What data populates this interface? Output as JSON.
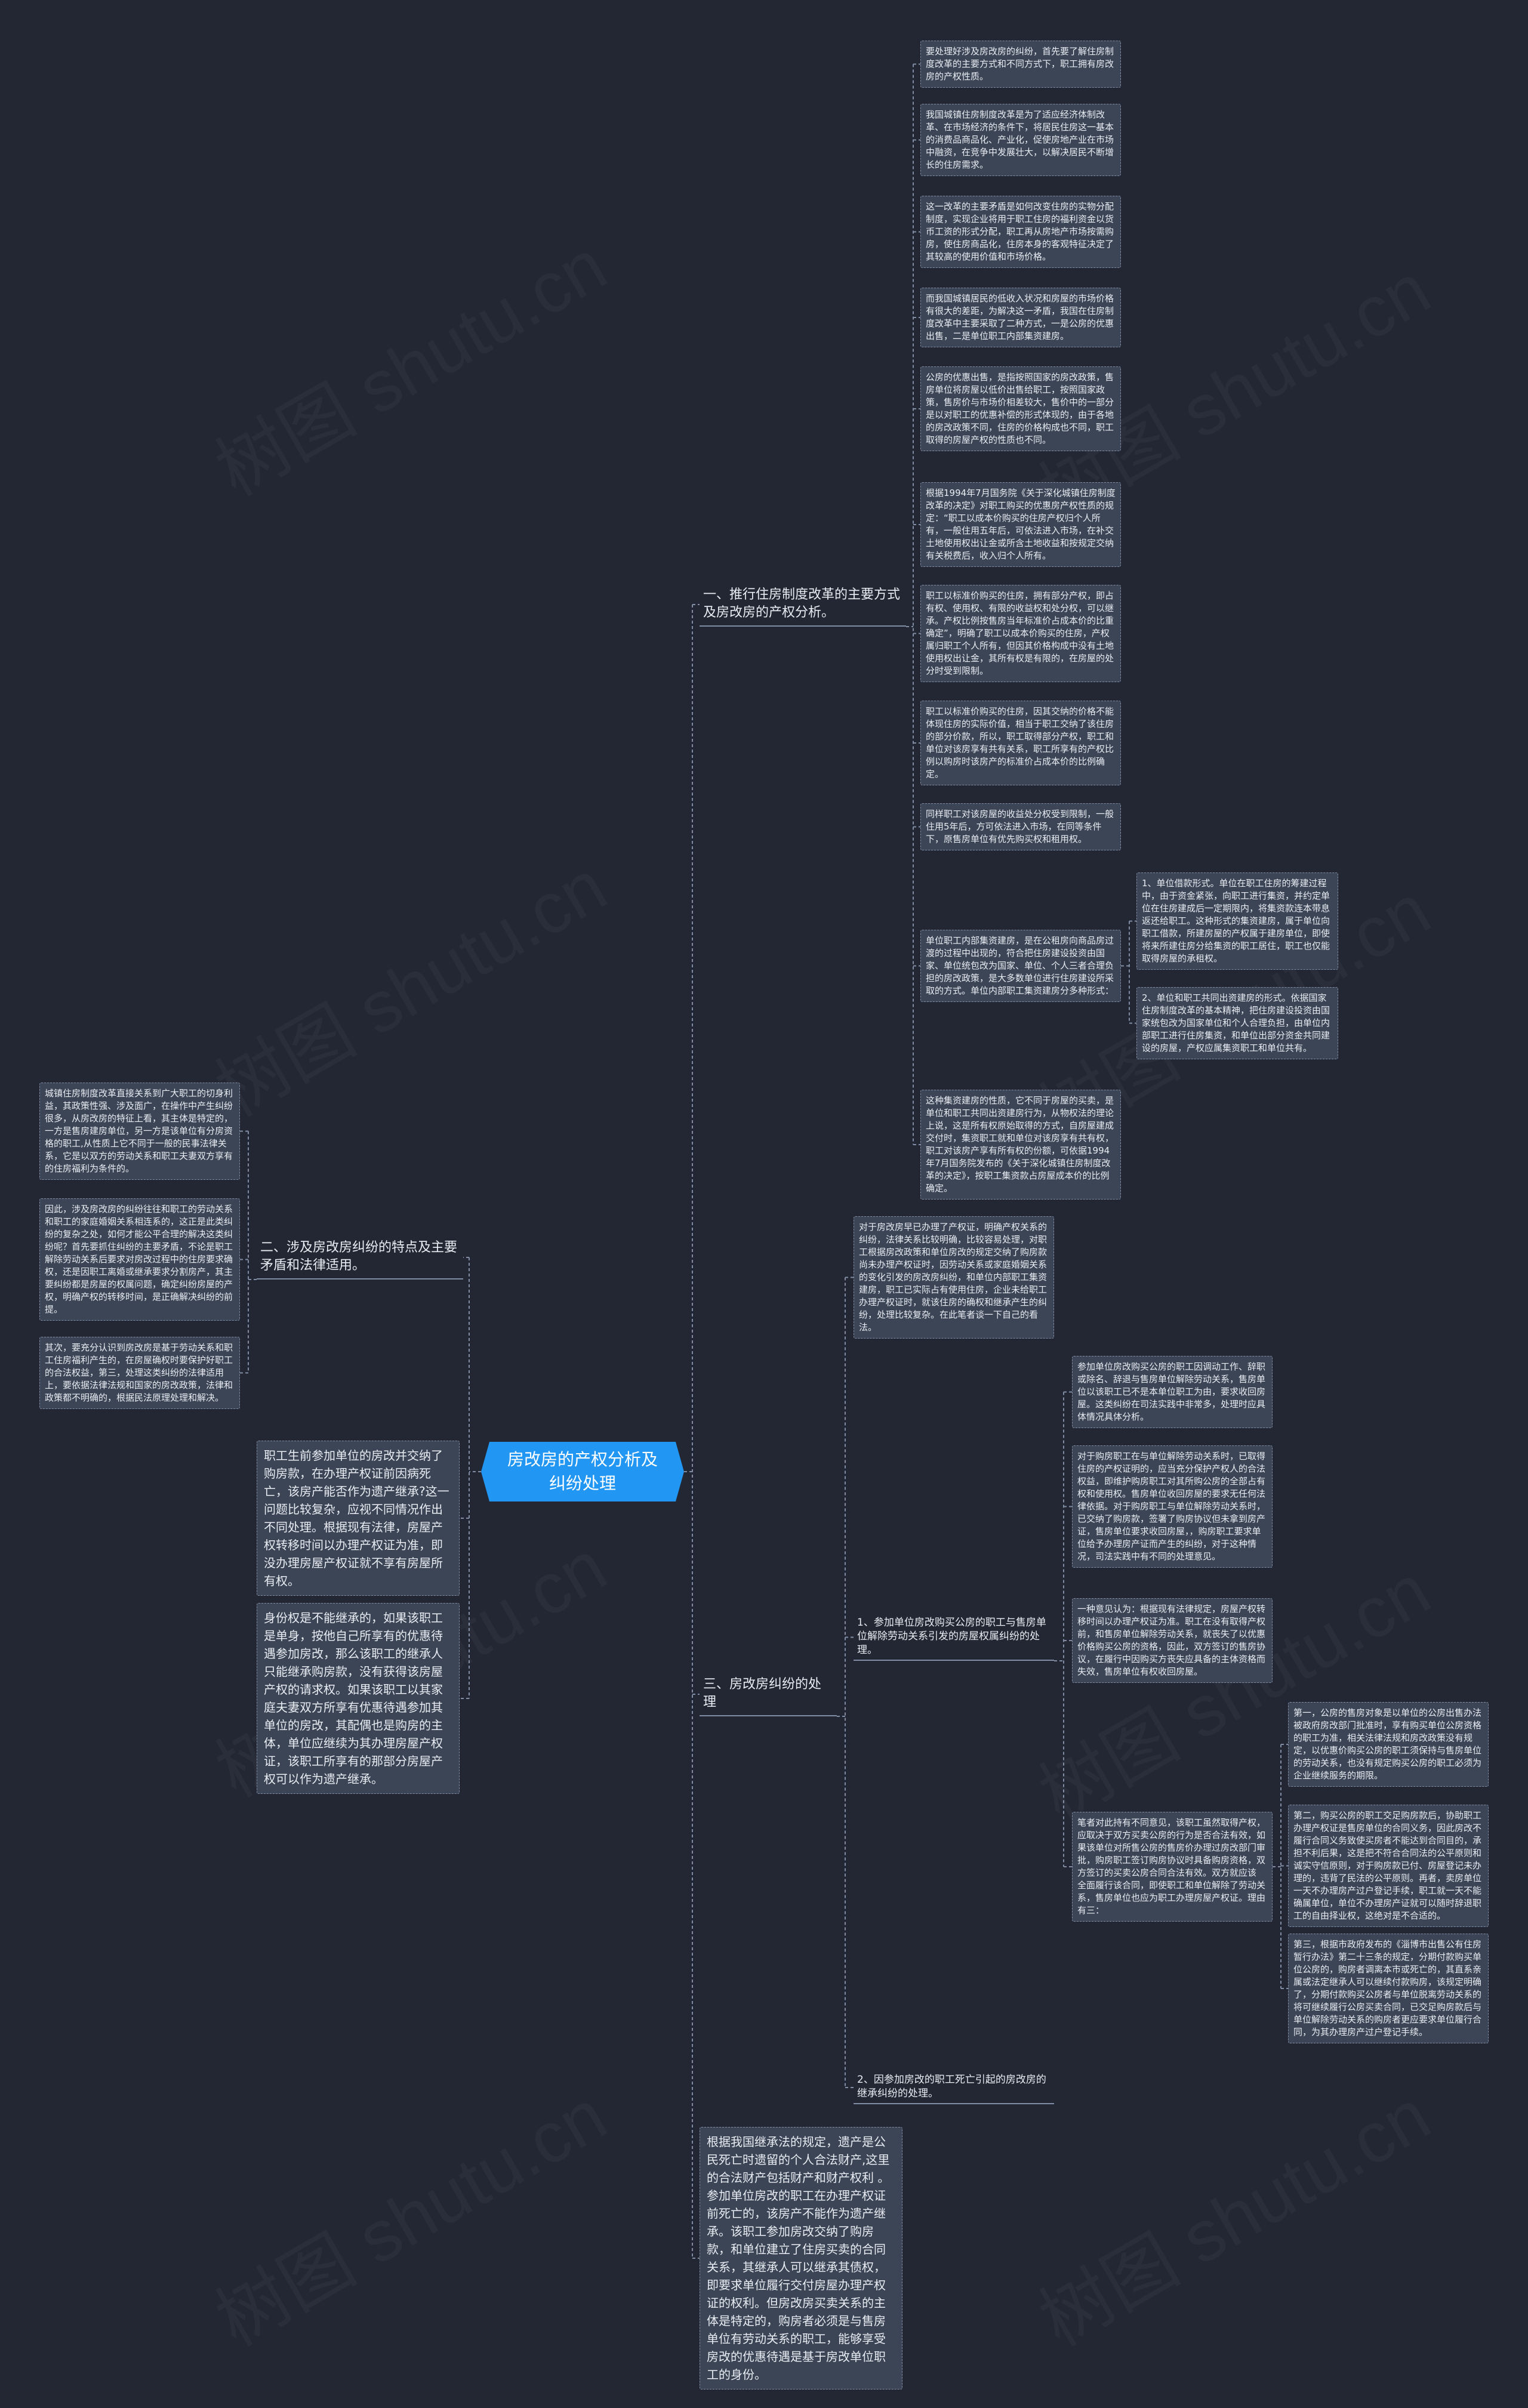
{
  "root": {
    "label": "房改房的产权分析及纠纷处理"
  },
  "branch1": {
    "label": "一、推行住房制度改革的主要方式及房改房的产权分析。",
    "items": [
      "要处理好涉及房改房的纠纷，首先要了解住房制度改革的主要方式和不同方式下，职工拥有房改房的产权性质。",
      "我国城镇住房制度改革是为了适应经济体制改革、在市场经济的条件下，将居民住房这一基本的消费品商品化、产业化，促使房地产业在市场中融资，在竞争中发展壮大，以解决居民不断增长的住房需求。",
      "这一改革的主要矛盾是如何改变住房的实物分配制度，实现企业将用于职工住房的福利资金以货币工资的形式分配，职工再从房地产市场按需购房，使住房商品化，住房本身的客观特征决定了其较高的使用价值和市场价格。",
      "而我国城镇居民的低收入状况和房屋的市场价格有很大的差距，为解决这一矛盾，我国在住房制度改革中主要采取了二种方式，一是公房的优惠出售，二是单位职工内部集资建房。",
      "公房的优惠出售，是指按照国家的房改政策，售房单位将房屋以低价出售给职工，按照国家政策，售房价与市场价相差较大，售价中的一部分是以对职工的优惠补偿的形式体现的，由于各地的房改政策不同，住房的价格构成也不同，职工取得的房屋产权的性质也不同。",
      "根据1994年7月国务院《关于深化城镇住房制度改革的决定》对职工购买的优惠房产权性质的规定：“职工以成本价购买的住房产权归个人所有，一般住用五年后，可依法进入市场，在补交土地使用权出让金或所含土地收益和按规定交纳有关税费后，收入归个人所有。",
      "职工以标准价购买的住房，拥有部分产权，即占有权、使用权、有限的收益权和处分权，可以继承。产权比例按售房当年标准价占成本价的比重确定”，明确了职工以成本价购买的住房，产权属归职工个人所有，但因其价格构成中没有土地使用权出让金，其所有权是有限的，在房屋的处分时受到限制。",
      "职工以标准价购买的住房，因其交纳的价格不能体现住房的实际价值，相当于职工交纳了该住房的部分价款，所以，职工取得部分产权，职工和单位对该房享有共有关系，职工所享有的产权比例以购房时该房产的标准价占成本价的比例确定。",
      "同样职工对该房屋的收益处分权受到限制，一般住用5年后，方可依法进入市场，在同等条件下，原售房单位有优先购买权和租用权。",
      "单位职工内部集资建房，是在公租房向商品房过渡的过程中出现的，符合把住房建设投资由国家、单位统包改为国家、单位、个人三者合理负担的房改政策，是大多数单位进行住房建设所采取的方式。单位内部职工集资建房分多种形式：",
      "这种集资建房的性质，它不同于房屋的买卖，是单位和职工共同出资建房行为，从物权法的理论上说，这是所有权原始取得的方式，自房屋建成交付时，集资职工就和单位对该房享有共有权，职工对该房产享有所有权的份额，可依据1994年7月国务院发布的《关于深化城镇住房制度改革的决定》，按职工集资款占房屋成本价的比例确定。"
    ],
    "sub_items": [
      "1、单位借款形式。单位在职工住房的筹建过程中，由于资金紧张，向职工进行集资，并约定单位在住房建成后一定期限内，将集资款连本带息返还给职工。这种形式的集资建房，属于单位向职工借款，所建房屋的产权属于建房单位，即使将来所建住房分给集资的职工居住，职工也仅能取得房屋的承租权。",
      "2、单位和职工共同出资建房的形式。依据国家住房制度改革的基本精神，把住房建设投资由国家统包改为国家单位和个人合理负担，由单位内部职工进行住房集资，和单位出部分资金共同建设的房屋，产权应属集资职工和单位共有。"
    ]
  },
  "branch2": {
    "label": "二、涉及房改房纠纷的特点及主要矛盾和法律适用。",
    "items": [
      "城镇住房制度改革直接关系到广大职工的切身利益，其政策性强、涉及面广，在操作中产生纠纷很多，从房改房的特征上看，其主体是特定的，一方是售房建房单位，另一方是该单位有分房资格的职工,从性质上它不同于一般的民事法律关系，它是以双方的劳动关系和职工夫妻双方享有的住房福利为条件的。",
      "因此，涉及房改房的纠纷往往和职工的劳动关系和职工的家庭婚姻关系相连系的，这正是此类纠纷的复杂之处，如何才能公平合理的解决这类纠纷呢？首先要抓住纠纷的主要矛盾，不论是职工解除劳动关系后要求对房改过程中的住房要求确权，还是因职工离婚或继承要求分割房产，其主要纠纷都是房屋的权属问题，确定纠纷房屋的产权，明确产权的转移时间，是正确解决纠纷的前提。",
      "其次，要充分认识到房改房是基于劳动关系和职工住房福利产生的，在房屋确权时要保护好职工的合法权益，第三，处理这类纠纷的法律适用上，要依据法律法规和国家的房改政策，法律和政策都不明确的，根据民法原理处理和解决。"
    ]
  },
  "branch3": {
    "label": "三、房改房纠纷的处理",
    "intro": "对于房改房早已办理了产权证，明确产权关系的纠纷，法律关系比较明确，比较容易处理，对职工根据房改政策和单位房改的规定交纳了购房款尚未办理产权证时，因劳动关系或家庭婚姻关系的变化引发的房改房纠纷，和单位内部职工集资建房，职工已实际占有使用住房，企业未给职工办理产权证时，就该住房的确权和继承产生的纠纷，处理比较复杂。在此笔者谈一下自己的看法。",
    "sub1": {
      "label": "1、参加单位房改购买公房的职工与售房单位解除劳动关系引发的房屋权属纠纷的处理。",
      "items": [
        "参加单位房改购买公房的职工因调动工作、辞职或除名、辞退与售房单位解除劳动关系，售房单位以该职工已不是本单位职工为由，要求收回房屋。这类纠纷在司法实践中非常多，处理时应具体情况具体分析。",
        "对于购房职工在与单位解除劳动关系时，已取得住房的产权证明的，应当充分保护产权人的合法权益，即维护购房职工对其所购公房的全部占有权和使用权。售房单位收回房屋的要求无任何法律依据。对于购房职工与单位解除劳动关系时，已交纳了购房款，签署了购房协议但未拿到房产证，售房单位要求收回房屋，，购房职工要求单位给予办理房产证而产生的纠纷，对于这种情况，司法实践中有不同的处理意见。",
        "一种意见认为：根据现有法律规定，房屋产权转移时间以办理产权证为准。职工在没有取得产权前，和售房单位解除劳动关系，就丧失了以优惠价格购买公房的资格，因此，双方签订的售房协议，在履行中因购买方丧失应具备的主体资格而失效，售房单位有权收回房屋。",
        "笔者对此持有不同意见，该职工虽然取得产权，应取决于双方买卖公房的行为是否合法有效，如果该单位对所售公房的售房价办理过房改部门审批，购房职工签订购房协议时具备购房资格，双方签订的买卖公房合同合法有效。双方就应该 全面履行该合同，即使职工和单位解除了劳动关系，售房单位也应为职工办理房屋产权证。理由有三："
      ],
      "reasons": [
        "第一，公房的售房对象是以单位的公房出售办法被政府房改部门批准时，享有购买单位公房资格的职工为准，相关法律法规和房改政策没有规定，以优惠价购买公房的职工须保持与售房单位的劳动关系，也没有规定购买公房的职工必须为企业继续服务的期限。",
        "第二，购买公房的职工交足购房款后，协助职工办理产权证是售房单位的合同义务，因此房改不履行合同义务致使买房者不能达到合同目的，承担不利后果，这是把不符合合同法的公平原则和诚实守信原则，对于购房款已付、房屋登记未办理的，违背了民法的公平原则。再者，卖房单位一天不办理房产过户登记手续，职工就一天不能确属单位，单位不办理房产证就可以随时辞退职工的自由择业权，这绝对是不合适的。",
        "第三，根据市政府发布的《淄博市出售公有住房暂行办法》第二十三条的规定，分期付款购买单位公房的，购房者调离本市或死亡的，其直系亲属或法定继承人可以继续付款购房，该规定明确了，分期付款购买公房者与单位脱离劳动关系的将可继续履行公房买卖合同，已交足购房款后与单位解除劳动关系的购房者更应要求单位履行合同，为其办理房产过户登记手续。"
      ]
    },
    "sub2": {
      "label": "2、因参加房改的职工死亡引起的房改房的继承纠纷的处理。"
    }
  },
  "left_boxes": [
    "职工生前参加单位的房改并交纳了购房款，在办理产权证前因病死亡，该房产能否作为遗产继承?这一问题比较复杂，应视不同情况作出不同处理。根据现有法律，房屋产权转移时间以办理产权证为准，即没办理房屋产权证就不享有房屋所有权。",
    "身份权是不能继承的，如果该职工是单身，按他自己所享有的优惠待遇参加房改，那么该职工的继承人只能继承购房款，没有获得该房屋产权的请求权。如果该职工以其家庭夫妻双方所享有优惠待遇参加其单位的房改，其配偶也是购房的主体，单位应继续为其办理房屋产权证，该职工所享有的那部分房屋产权可以作为遗产继承。"
  ],
  "bottom_box": "根据我国继承法的规定，遗产是公民死亡时遗留的个人合法财产,这里的合法财产包括财产和财产权利 。参加单位房改的职工在办理产权证前死亡的，该房产不能作为遗产继承。该职工参加房改交纳了购房款，和单位建立了住房买卖的合同关系，其继承人可以继承其债权，即要求单位履行交付房屋办理产权证的权利。但房改房买卖关系的主体是特定的，购房者必须是与售房单位有劳动关系的职工，能够享受房改的优惠待遇是基于房改单位职工的身份。",
  "watermark": "树图 shutu.cn",
  "colors": {
    "background": "#222733",
    "node_fill": "#3b4556",
    "root": "#2196f3",
    "connector": "#7f8ca3"
  }
}
